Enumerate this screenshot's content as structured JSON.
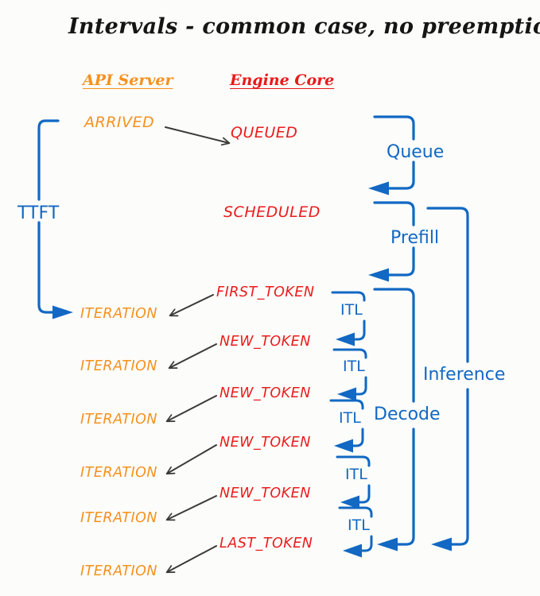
{
  "diagram": {
    "title": "Intervals - common case, no preemptions",
    "background_color": "#fcfcfa",
    "colors": {
      "api_server": "#f5911e",
      "engine_core": "#ea1c1c",
      "interval": "#1268c3",
      "arrow": "#3a3a3a",
      "title": "#151515"
    }
  },
  "columns": [
    {
      "id": "api-server",
      "label": "API Server",
      "color": "#f5911e"
    },
    {
      "id": "engine-core",
      "label": "Engine Core",
      "color": "#ea1c1c"
    }
  ],
  "api_events": [
    {
      "id": "arrived",
      "label": "ARRIVED"
    },
    {
      "id": "iteration-1",
      "label": "ITERATION"
    },
    {
      "id": "iteration-2",
      "label": "ITERATION"
    },
    {
      "id": "iteration-3",
      "label": "ITERATION"
    },
    {
      "id": "iteration-4",
      "label": "ITERATION"
    },
    {
      "id": "iteration-5",
      "label": "ITERATION"
    },
    {
      "id": "iteration-6",
      "label": "ITERATION"
    }
  ],
  "engine_events": [
    {
      "id": "queued",
      "label": "QUEUED"
    },
    {
      "id": "scheduled",
      "label": "SCHEDULED"
    },
    {
      "id": "first-token",
      "label": "FIRST_TOKEN"
    },
    {
      "id": "new-token-1",
      "label": "NEW_TOKEN"
    },
    {
      "id": "new-token-2",
      "label": "NEW_TOKEN"
    },
    {
      "id": "new-token-3",
      "label": "NEW_TOKEN"
    },
    {
      "id": "new-token-4",
      "label": "NEW_TOKEN"
    },
    {
      "id": "last-token",
      "label": "LAST_TOKEN"
    }
  ],
  "intervals": {
    "ttft": "TTFT",
    "queue": "Queue",
    "prefill": "Prefill",
    "decode": "Decode",
    "inference": "Inference",
    "itl": "ITL",
    "itl_labels": [
      "ITL",
      "ITL",
      "ITL",
      "ITL",
      "ITL"
    ]
  }
}
